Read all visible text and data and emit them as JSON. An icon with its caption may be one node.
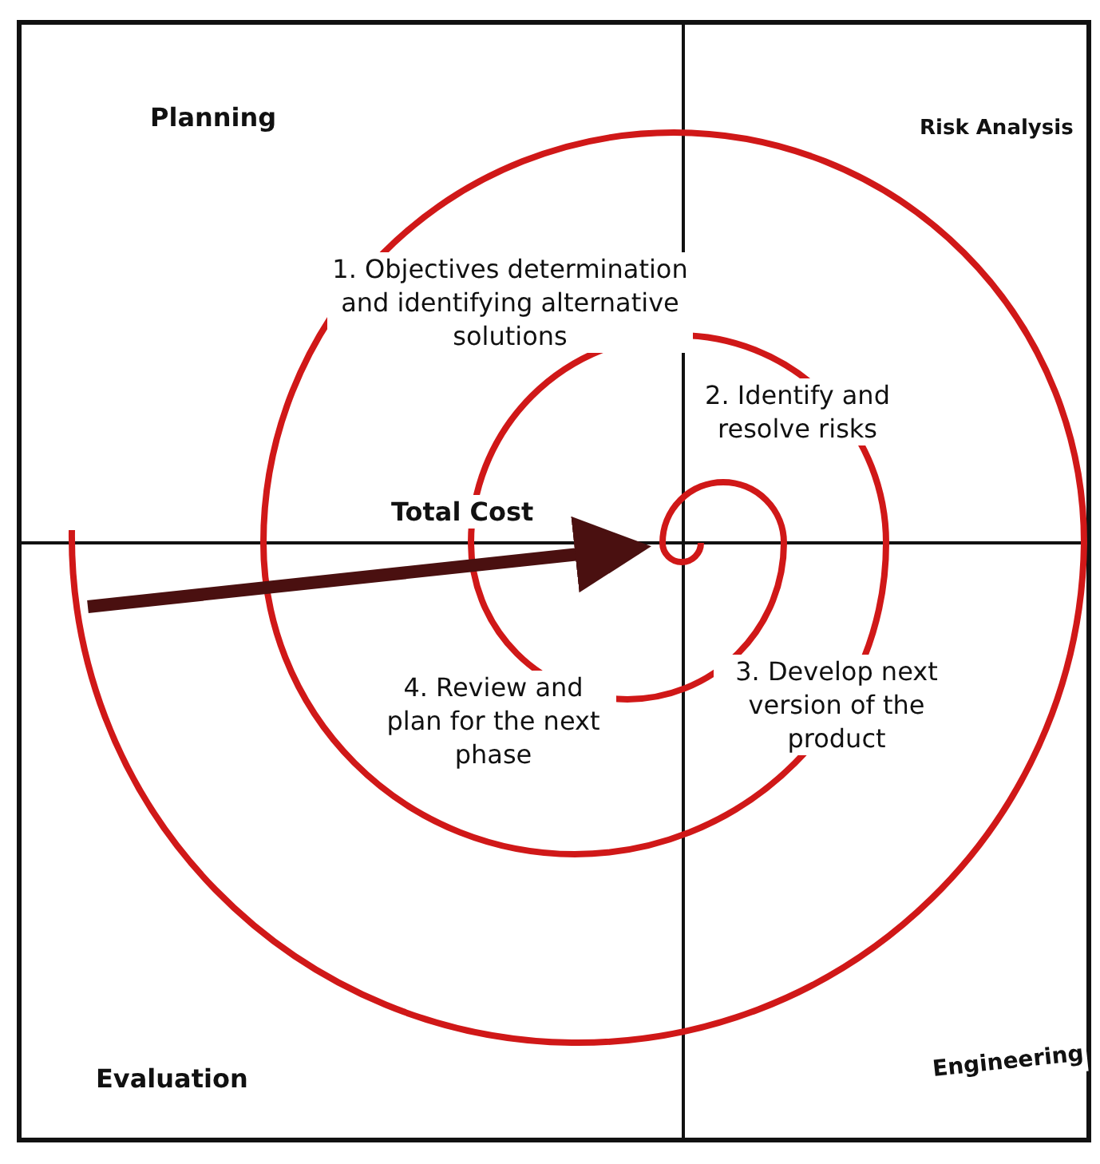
{
  "diagram": {
    "labels": [
      "Planning",
      "Risk Analysis",
      "1. Objectives determination and identifying alternative solutions",
      "2. Identify and resolve risks",
      "Total Cost",
      "4. Review and plan for the next phase",
      "3. Develop next version of the product",
      "Evaluation",
      "Engineering"
    ]
  }
}
